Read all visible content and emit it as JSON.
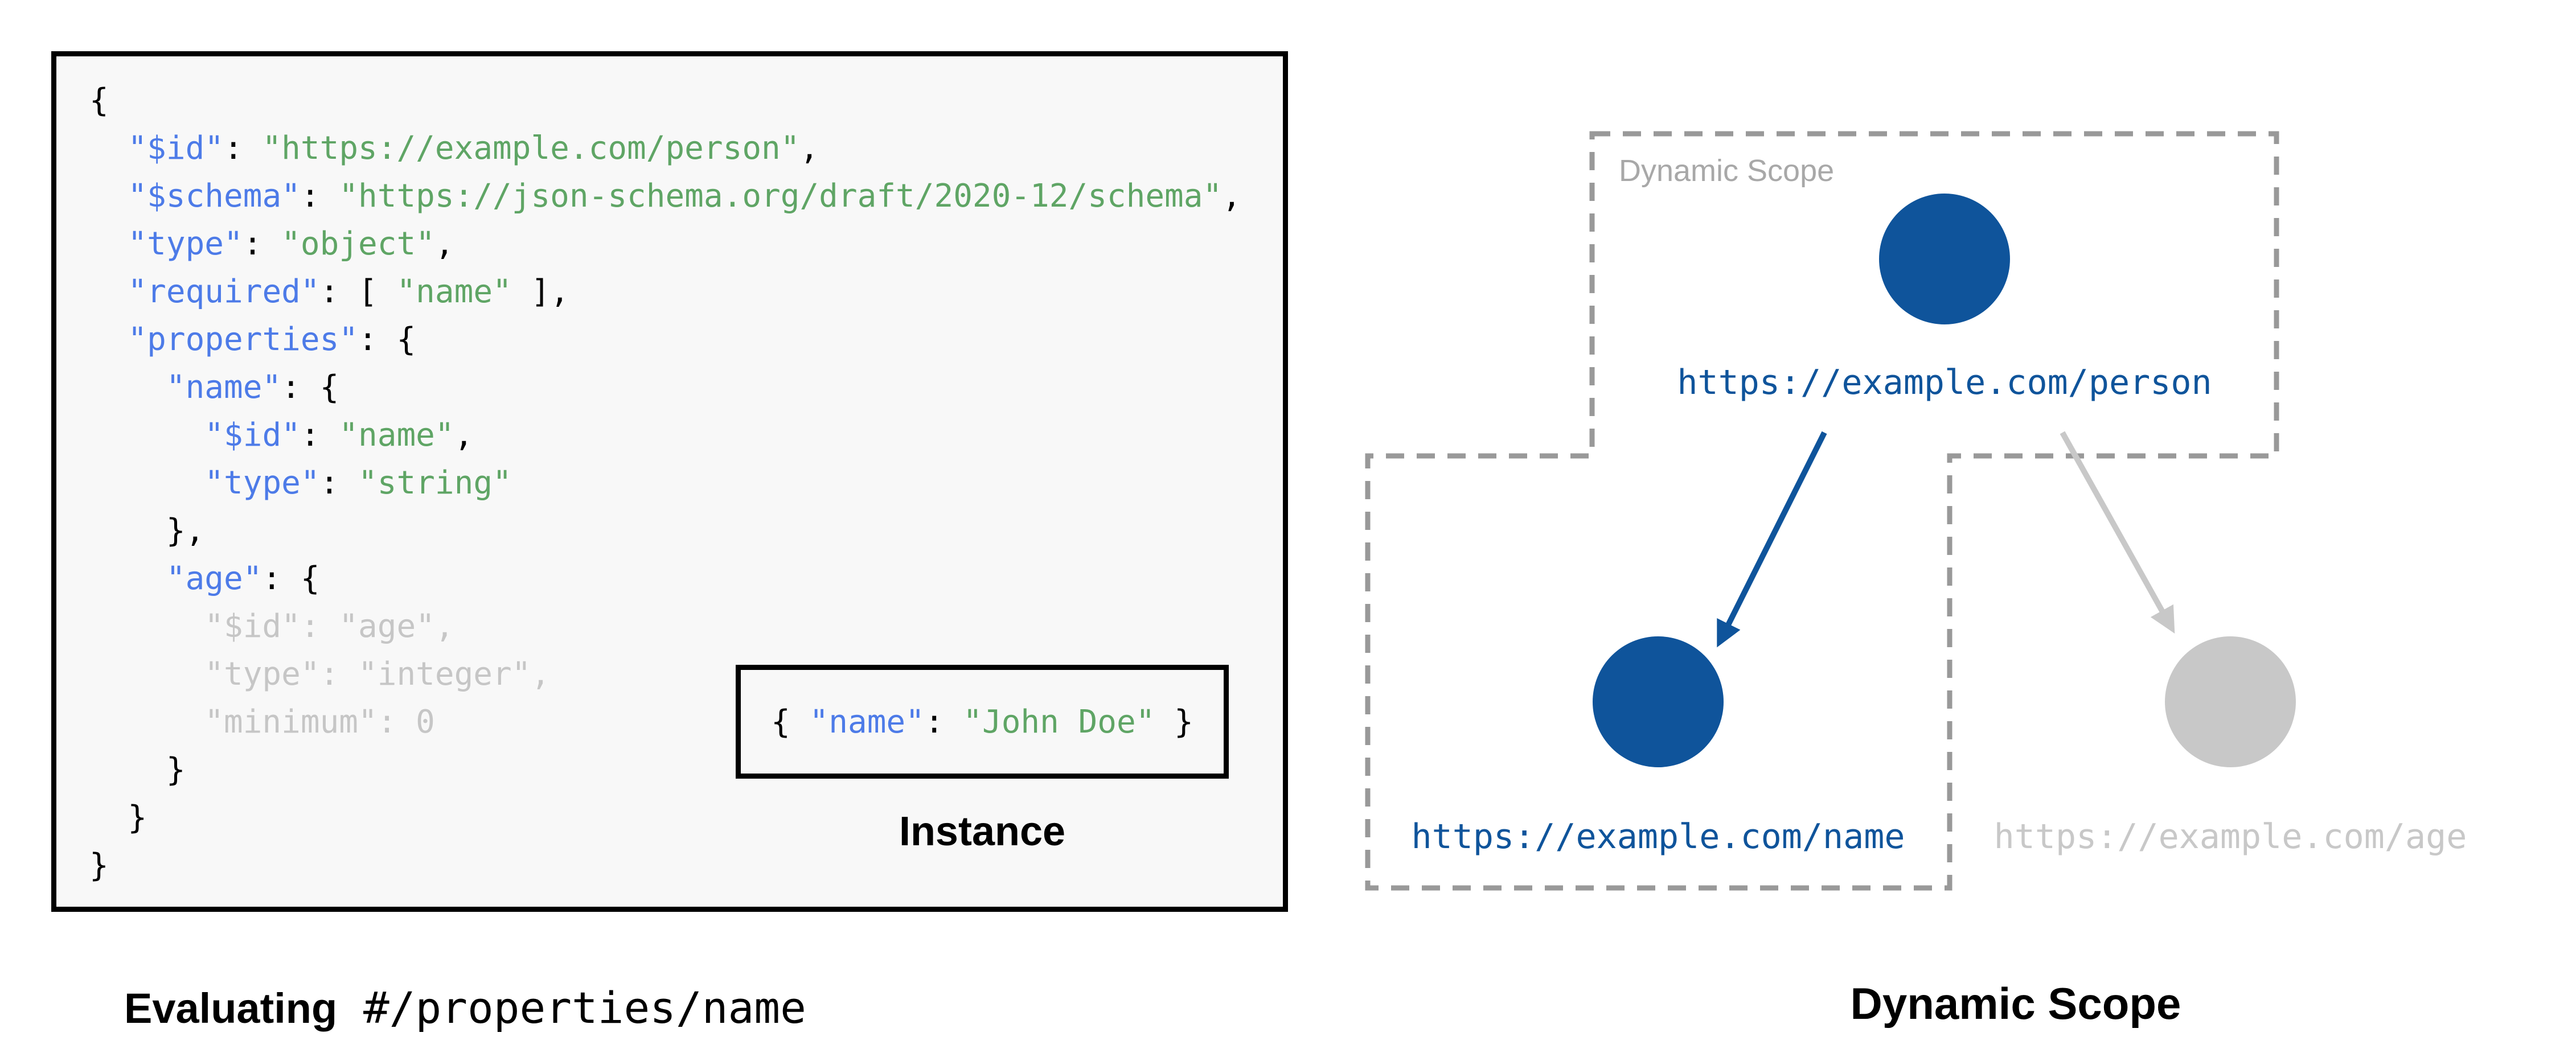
{
  "colors": {
    "key": "#4d7be8",
    "string": "#5fa565",
    "plain": "#000000",
    "dim": "#c6c6c6",
    "node_active": "#0f549b",
    "node_inactive": "#c8c8c8",
    "dashed_border": "#999999",
    "scope_label": "#a8a8a8",
    "panel_bg": "#f8f8f8"
  },
  "schema_panel": {
    "code_lines": [
      {
        "segments": [
          {
            "text": "{",
            "type": "plain"
          }
        ]
      },
      {
        "segments": [
          {
            "text": "  ",
            "type": "plain"
          },
          {
            "text": "\"$id\"",
            "type": "key"
          },
          {
            "text": ": ",
            "type": "plain"
          },
          {
            "text": "\"https://example.com/person\"",
            "type": "string"
          },
          {
            "text": ",",
            "type": "plain"
          }
        ]
      },
      {
        "segments": [
          {
            "text": "  ",
            "type": "plain"
          },
          {
            "text": "\"$schema\"",
            "type": "key"
          },
          {
            "text": ": ",
            "type": "plain"
          },
          {
            "text": "\"https://json-schema.org/draft/2020-12/schema\"",
            "type": "string"
          },
          {
            "text": ",",
            "type": "plain"
          }
        ]
      },
      {
        "segments": [
          {
            "text": "  ",
            "type": "plain"
          },
          {
            "text": "\"type\"",
            "type": "key"
          },
          {
            "text": ": ",
            "type": "plain"
          },
          {
            "text": "\"object\"",
            "type": "string"
          },
          {
            "text": ",",
            "type": "plain"
          }
        ]
      },
      {
        "segments": [
          {
            "text": "  ",
            "type": "plain"
          },
          {
            "text": "\"required\"",
            "type": "key"
          },
          {
            "text": ": [ ",
            "type": "plain"
          },
          {
            "text": "\"name\"",
            "type": "string"
          },
          {
            "text": " ],",
            "type": "plain"
          }
        ]
      },
      {
        "segments": [
          {
            "text": "  ",
            "type": "plain"
          },
          {
            "text": "\"properties\"",
            "type": "key"
          },
          {
            "text": ": {",
            "type": "plain"
          }
        ]
      },
      {
        "segments": [
          {
            "text": "    ",
            "type": "plain"
          },
          {
            "text": "\"name\"",
            "type": "key"
          },
          {
            "text": ": {",
            "type": "plain"
          }
        ]
      },
      {
        "segments": [
          {
            "text": "      ",
            "type": "plain"
          },
          {
            "text": "\"$id\"",
            "type": "key"
          },
          {
            "text": ": ",
            "type": "plain"
          },
          {
            "text": "\"name\"",
            "type": "string"
          },
          {
            "text": ",",
            "type": "plain"
          }
        ]
      },
      {
        "segments": [
          {
            "text": "      ",
            "type": "plain"
          },
          {
            "text": "\"type\"",
            "type": "key"
          },
          {
            "text": ": ",
            "type": "plain"
          },
          {
            "text": "\"string\"",
            "type": "string"
          }
        ]
      },
      {
        "segments": [
          {
            "text": "    },",
            "type": "plain"
          }
        ]
      },
      {
        "segments": [
          {
            "text": "    ",
            "type": "plain"
          },
          {
            "text": "\"age\"",
            "type": "key"
          },
          {
            "text": ": {",
            "type": "plain"
          }
        ]
      },
      {
        "segments": [
          {
            "text": "      \"$id\": \"age\",",
            "type": "dim"
          }
        ]
      },
      {
        "segments": [
          {
            "text": "      \"type\": \"integer\",",
            "type": "dim"
          }
        ]
      },
      {
        "segments": [
          {
            "text": "      \"minimum\": 0",
            "type": "dim"
          }
        ]
      },
      {
        "segments": [
          {
            "text": "    }",
            "type": "plain"
          }
        ]
      },
      {
        "segments": [
          {
            "text": "  }",
            "type": "plain"
          }
        ]
      },
      {
        "segments": [
          {
            "text": "}",
            "type": "plain"
          }
        ]
      }
    ],
    "instance_box": {
      "segments": [
        {
          "text": "{ ",
          "type": "plain"
        },
        {
          "text": "\"name\"",
          "type": "key"
        },
        {
          "text": ": ",
          "type": "plain"
        },
        {
          "text": "\"John Doe\"",
          "type": "string"
        },
        {
          "text": " }",
          "type": "plain"
        }
      ],
      "label": "Instance"
    },
    "caption_bold": "Evaluating",
    "caption_mono": "#/properties/name"
  },
  "diagram": {
    "scope_label": "Dynamic Scope",
    "caption": "Dynamic Scope",
    "nodes": [
      {
        "name": "person",
        "url": "https://example.com/person",
        "state": "active"
      },
      {
        "name": "name",
        "url": "https://example.com/name",
        "state": "active"
      },
      {
        "name": "age",
        "url": "https://example.com/age",
        "state": "inactive"
      }
    ]
  }
}
